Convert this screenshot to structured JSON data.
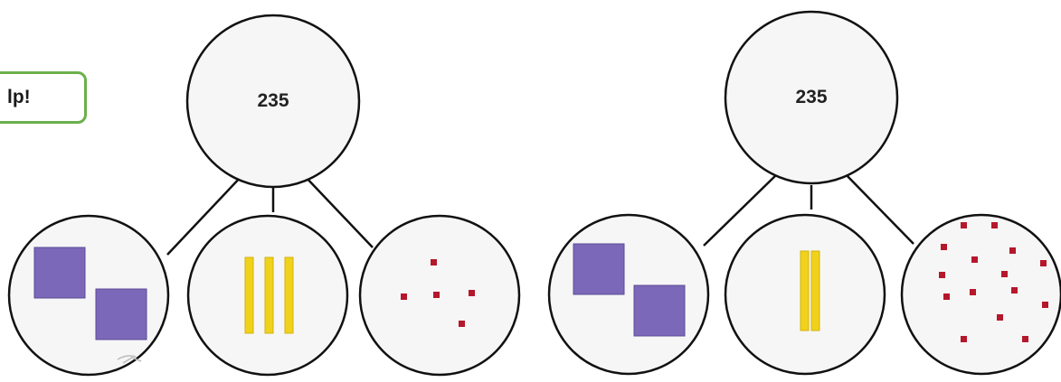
{
  "tip": {
    "text": "lp!"
  },
  "colors": {
    "hundreds": "#7b68b8",
    "tens": "#f0d21c",
    "ones": "#b5172b",
    "tip_border": "#6ab04c",
    "circle_fill": "#f6f6f6",
    "outline": "#111111"
  },
  "models": [
    {
      "whole": "235",
      "parts": {
        "hundreds": 2,
        "tens": 3,
        "ones": 5
      }
    },
    {
      "whole": "235",
      "parts": {
        "hundreds": 2,
        "tens": 2,
        "ones": 15
      }
    }
  ]
}
